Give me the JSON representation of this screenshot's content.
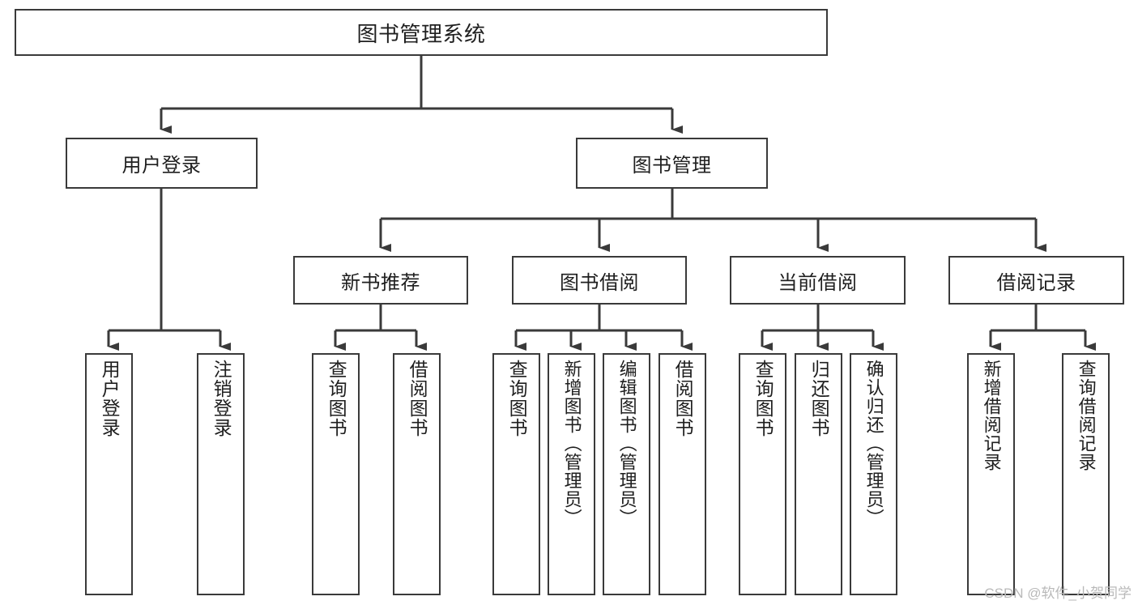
{
  "diagram": {
    "title": "图书管理系统",
    "type": "tree-hierarchy-chart",
    "colors": {
      "box_border": "#3a3a3a",
      "box_fill": "#ffffff",
      "edge": "#3a3a3a",
      "text": "#1f1f1f",
      "watermark": "#b9b9b9"
    },
    "watermark": "CSDN @软件_小贺同学"
  },
  "nodes": {
    "root": {
      "label": "图书管理系统"
    },
    "level1": [
      {
        "id": "user-login",
        "label": "用户登录"
      },
      {
        "id": "book-management",
        "label": "图书管理"
      }
    ],
    "level2": [
      {
        "id": "new-book-recommend",
        "label": "新书推荐"
      },
      {
        "id": "book-borrow",
        "label": "图书借阅"
      },
      {
        "id": "current-borrow",
        "label": "当前借阅"
      },
      {
        "id": "borrow-record",
        "label": "借阅记录"
      }
    ],
    "leaves": {
      "user_login": [
        {
          "id": "leaf-user-login",
          "label": "用户登录"
        },
        {
          "id": "leaf-logout-login",
          "label": "注销登录"
        }
      ],
      "new_book_recommend": [
        {
          "id": "leaf-query-book-1",
          "label": "查询图书"
        },
        {
          "id": "leaf-borrow-book-1",
          "label": "借阅图书"
        }
      ],
      "book_borrow": [
        {
          "id": "leaf-query-book-2",
          "label": "查询图书"
        },
        {
          "id": "leaf-add-book",
          "label": "新增图书（管理员）"
        },
        {
          "id": "leaf-edit-book",
          "label": "编辑图书（管理员）"
        },
        {
          "id": "leaf-borrow-book-2",
          "label": "借阅图书"
        }
      ],
      "current_borrow": [
        {
          "id": "leaf-query-book-3",
          "label": "查询图书"
        },
        {
          "id": "leaf-return-book",
          "label": "归还图书"
        },
        {
          "id": "leaf-confirm-return",
          "label": "确认归还（管理员）"
        }
      ],
      "borrow_record": [
        {
          "id": "leaf-add-record",
          "label": "新增借阅记录"
        },
        {
          "id": "leaf-query-record",
          "label": "查询借阅记录"
        }
      ]
    }
  }
}
